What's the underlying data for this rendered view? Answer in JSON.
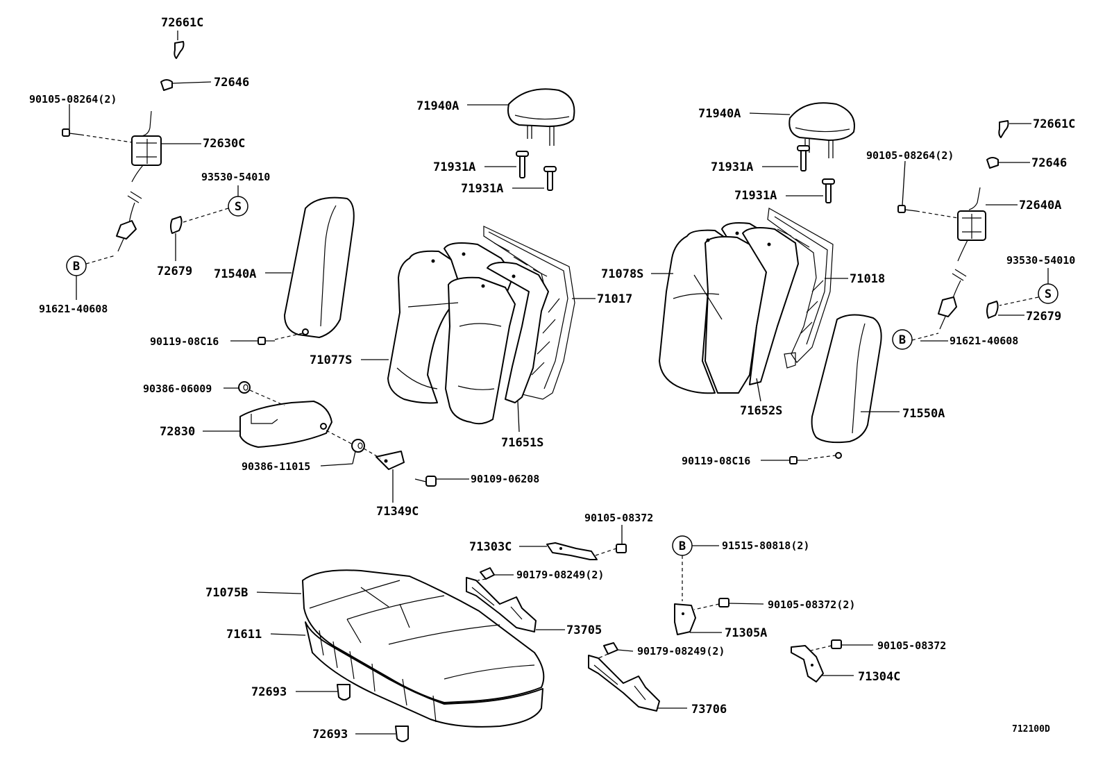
{
  "diagram": {
    "code": "712100D",
    "symbols": {
      "s": "S",
      "b": "B"
    },
    "labels": {
      "l72661c_left": "72661C",
      "l72646_left": "72646",
      "l90105_08264_left": "90105-08264(2)",
      "l72630c": "72630C",
      "l93530_left": "93530-54010",
      "l72679_left": "72679",
      "l91621_left": "91621-40608",
      "l71540a": "71540A",
      "l90119_left": "90119-08C16",
      "l71077s": "71077S",
      "l90386_06009": "90386-06009",
      "l72830": "72830",
      "l90386_11015": "90386-11015",
      "l71349c": "71349C",
      "l90109": "90109-06208",
      "l71940a_left": "71940A",
      "l71931a_left1": "71931A",
      "l71931a_left2": "71931A",
      "l71017": "71017",
      "l71651s": "71651S",
      "l71940a_right": "71940A",
      "l71931a_right1": "71931A",
      "l71931a_right2": "71931A",
      "l71078s": "71078S",
      "l71018": "71018",
      "l71652s": "71652S",
      "l71550a": "71550A",
      "l90119_right": "90119-08C16",
      "l72661c_right": "72661C",
      "l90105_08264_right": "90105-08264(2)",
      "l72646_right": "72646",
      "l72640a": "72640A",
      "l93530_right": "93530-54010",
      "l72679_right": "72679",
      "l91621_right": "91621-40608",
      "l90105_08372_a": "90105-08372",
      "l71303c": "71303C",
      "l90179_a": "90179-08249(2)",
      "l73705": "73705",
      "l71075b": "71075B",
      "l71611": "71611",
      "l72693_a": "72693",
      "l72693_b": "72693",
      "l91515": "91515-80818(2)",
      "l90105_08372_b": "90105-08372(2)",
      "l71305a": "71305A",
      "l90179_b": "90179-08249(2)",
      "l73706": "73706",
      "l90105_08372_c": "90105-08372",
      "l71304c": "71304C"
    }
  }
}
